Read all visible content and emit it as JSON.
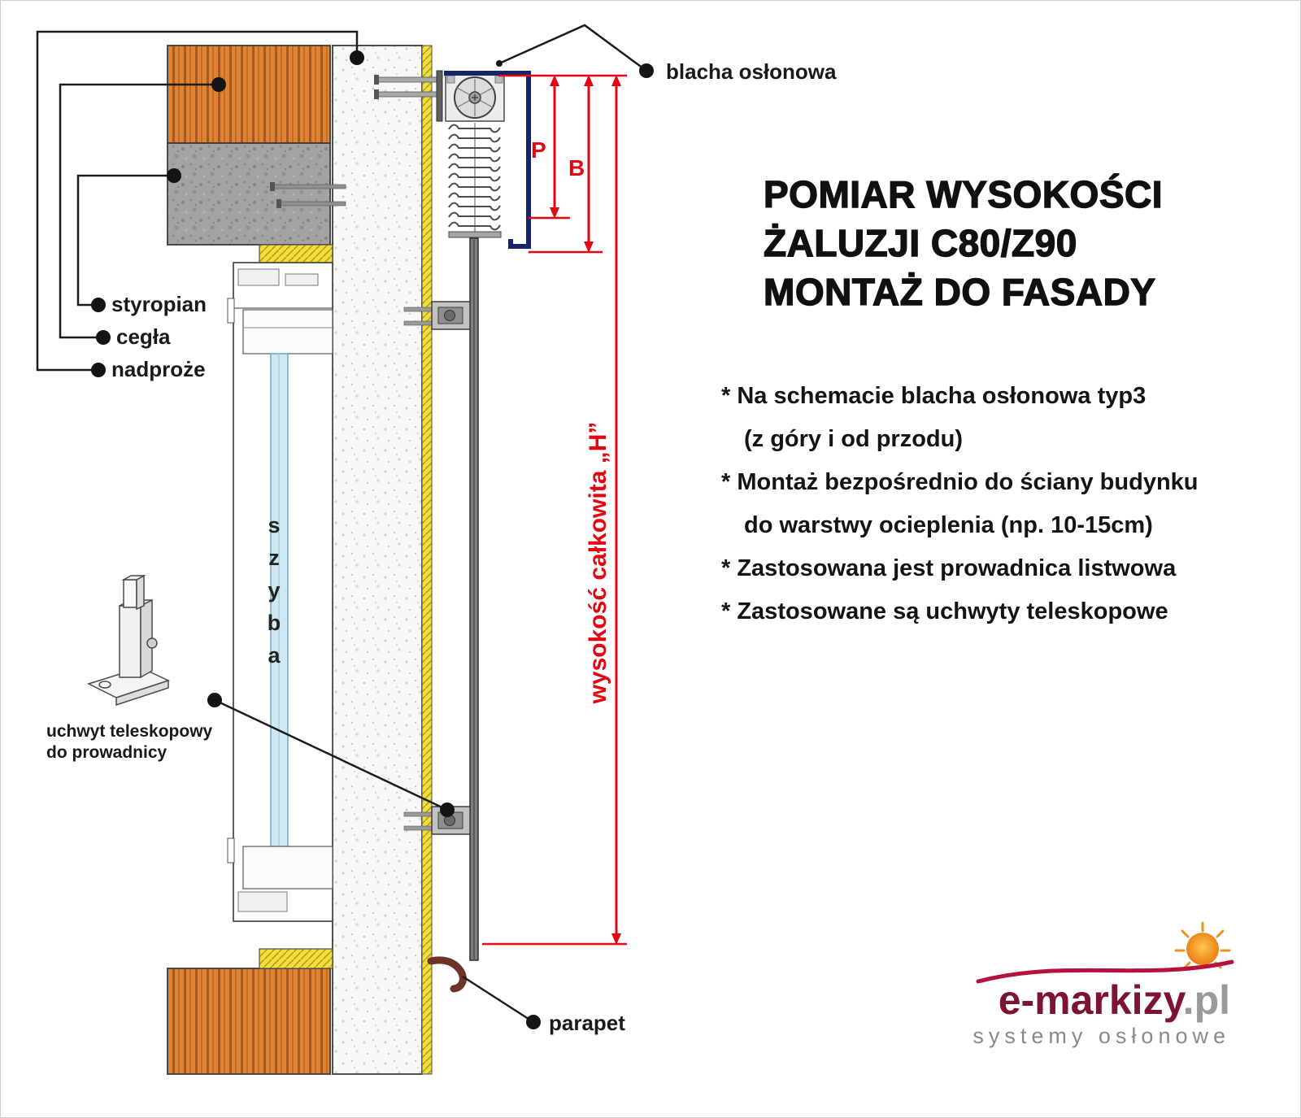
{
  "diagram": {
    "labels": {
      "styropian": "styropian",
      "cegla": "cegła",
      "nadproze": "nadproże",
      "szyba": "szyba",
      "uchwyt_line1": "uchwyt teleskopowy",
      "uchwyt_line2": "do prowadnicy",
      "parapet": "parapet",
      "blacha_oslonowa": "blacha osłonowa",
      "dim_p": "P",
      "dim_b": "B",
      "dim_h": "wysokość całkowita „H”"
    },
    "watermark": "e-markizy"
  },
  "info": {
    "title_line1": "POMIAR WYSOKOŚCI",
    "title_line2": "ŻALUZJI C80/Z90",
    "title_line3": "MONTAŻ DO FASADY",
    "bullets": [
      {
        "line1": "* Na schemacie blacha osłonowa typ3",
        "line2": "(z góry i od przodu)"
      },
      {
        "line1": "* Montaż bezpośrednio do ściany budynku",
        "line2": "do warstwy ocieplenia (np. 10-15cm)"
      },
      {
        "line1": "* Zastosowana jest prowadnica listwowa"
      },
      {
        "line1": "* Zastosowane są uchwyty teleskopowe"
      }
    ]
  },
  "logo": {
    "brand": "e-markizy",
    "tld": ".pl",
    "tagline": "systemy osłonowe"
  },
  "colors": {
    "dimension_red": "#e30613",
    "cover_plate_navy": "#16246a",
    "brick_orange": "#e08433",
    "concrete_gray": "#a3a3a3",
    "insulation_yellow": "#f1df3d",
    "glass_blue": "#cfe9f2",
    "brand_maroon": "#7c1333"
  }
}
